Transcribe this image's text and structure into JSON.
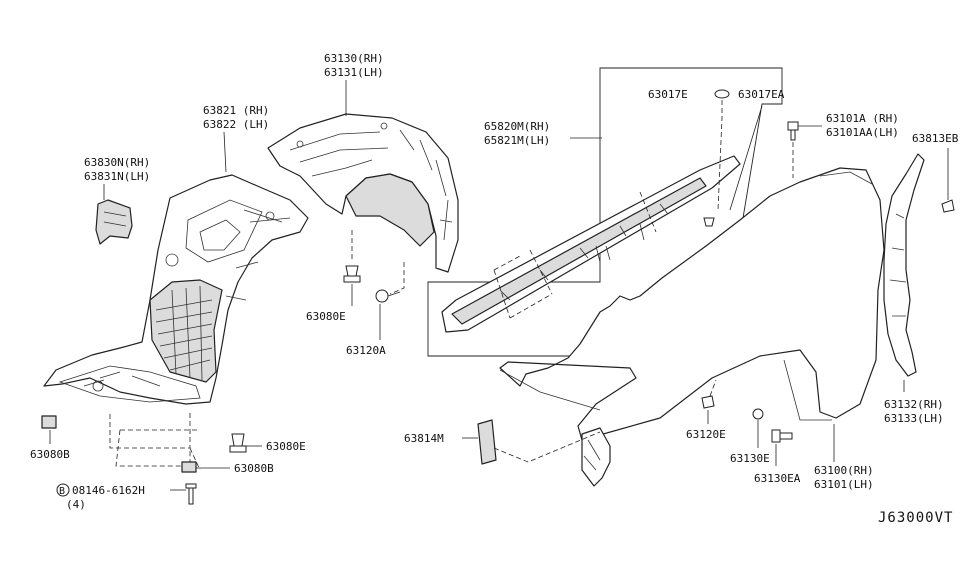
{
  "diagram": {
    "code": "J63000VT",
    "labels": {
      "inner_rear_cover": [
        "63130(RH)",
        "63131(LH)"
      ],
      "inner_front_cover": [
        "63821 (RH)",
        "63822 (LH)"
      ],
      "protector": [
        "63830N(RH)",
        "63831N(LH)"
      ],
      "clip_e_upper": "63080E",
      "clip_120a": "63120A",
      "clip_b_left": "63080B",
      "clip_e_lower": "63080E",
      "clip_b_lower": "63080B",
      "bolt_number": "08146-6162H",
      "bolt_marker": "B",
      "bolt_qty": "(4)",
      "clip_017e": "63017E",
      "clip_017ea": "63017EA",
      "seal": [
        "65820M(RH)",
        "65821M(LH)"
      ],
      "bolt_101a": [
        "63101A (RH)",
        "63101AA(LH)"
      ],
      "clip_813eb": "63813EB",
      "fender": [
        "63100(RH)",
        "63101(LH)"
      ],
      "rear_piece": [
        "63132(RH)",
        "63133(LH)"
      ],
      "bracket_814m": "63814M",
      "clip_120e": "63120E",
      "clip_130e": "63130E",
      "clip_130ea": "63130EA"
    }
  }
}
